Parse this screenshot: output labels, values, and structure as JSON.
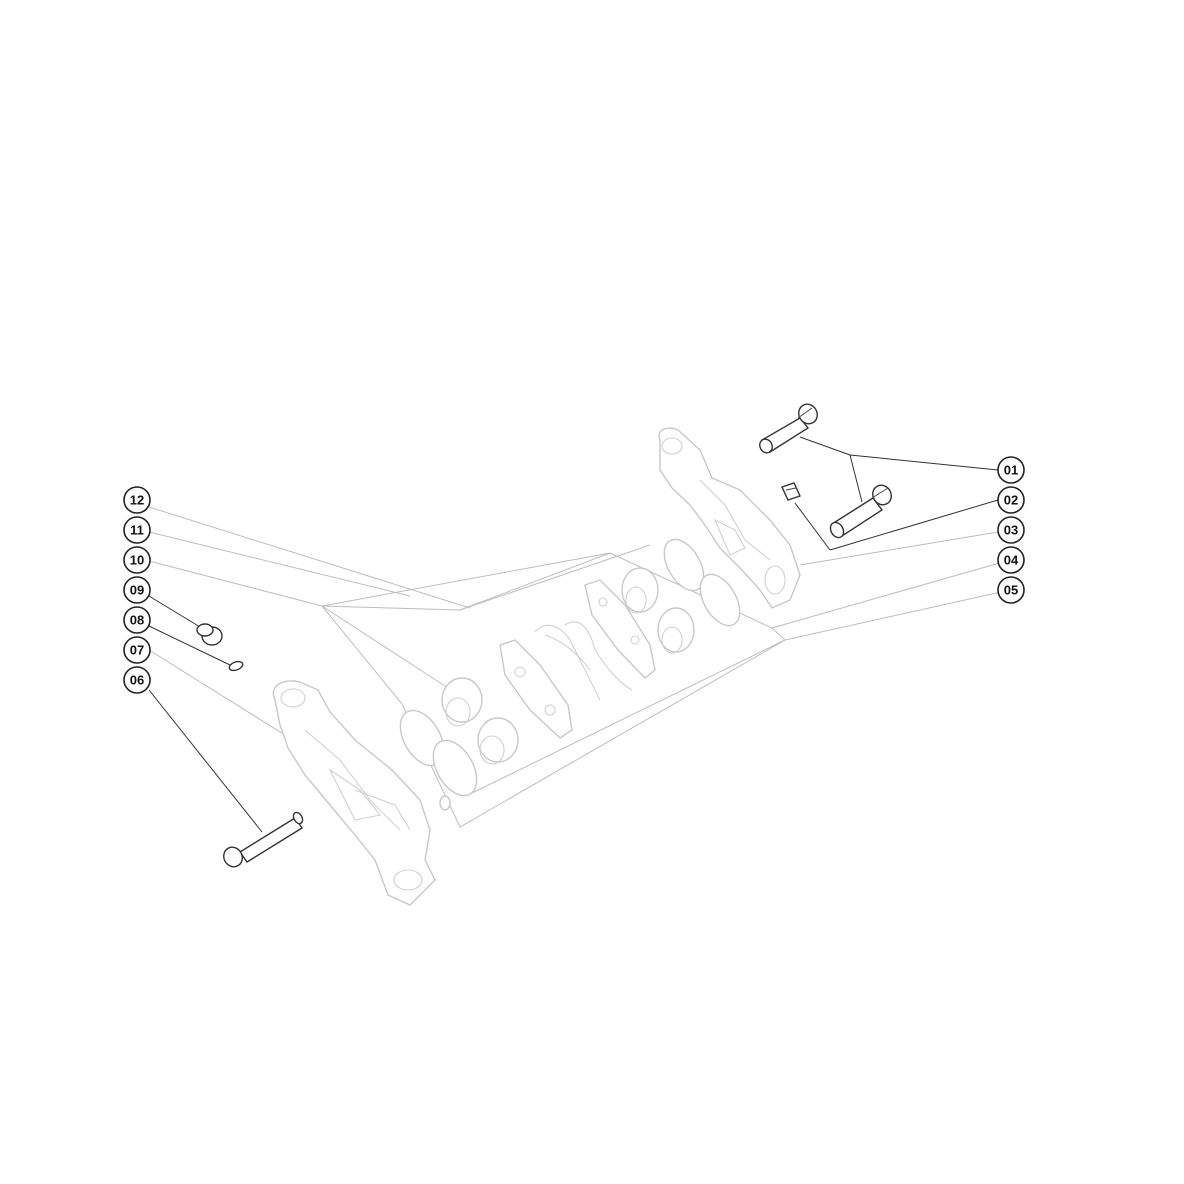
{
  "callouts": [
    {
      "id": "01",
      "label": "01"
    },
    {
      "id": "02",
      "label": "02"
    },
    {
      "id": "03",
      "label": "03"
    },
    {
      "id": "04",
      "label": "04"
    },
    {
      "id": "05",
      "label": "05"
    },
    {
      "id": "06",
      "label": "06"
    },
    {
      "id": "07",
      "label": "07"
    },
    {
      "id": "08",
      "label": "08"
    },
    {
      "id": "09",
      "label": "09"
    },
    {
      "id": "10",
      "label": "10"
    },
    {
      "id": "11",
      "label": "11"
    },
    {
      "id": "12",
      "label": "12"
    }
  ],
  "colors": {
    "background": "#ffffff",
    "callout_stroke": "#222222",
    "ghost_part": "#c8c8c8",
    "highlight_part": "#333333"
  }
}
